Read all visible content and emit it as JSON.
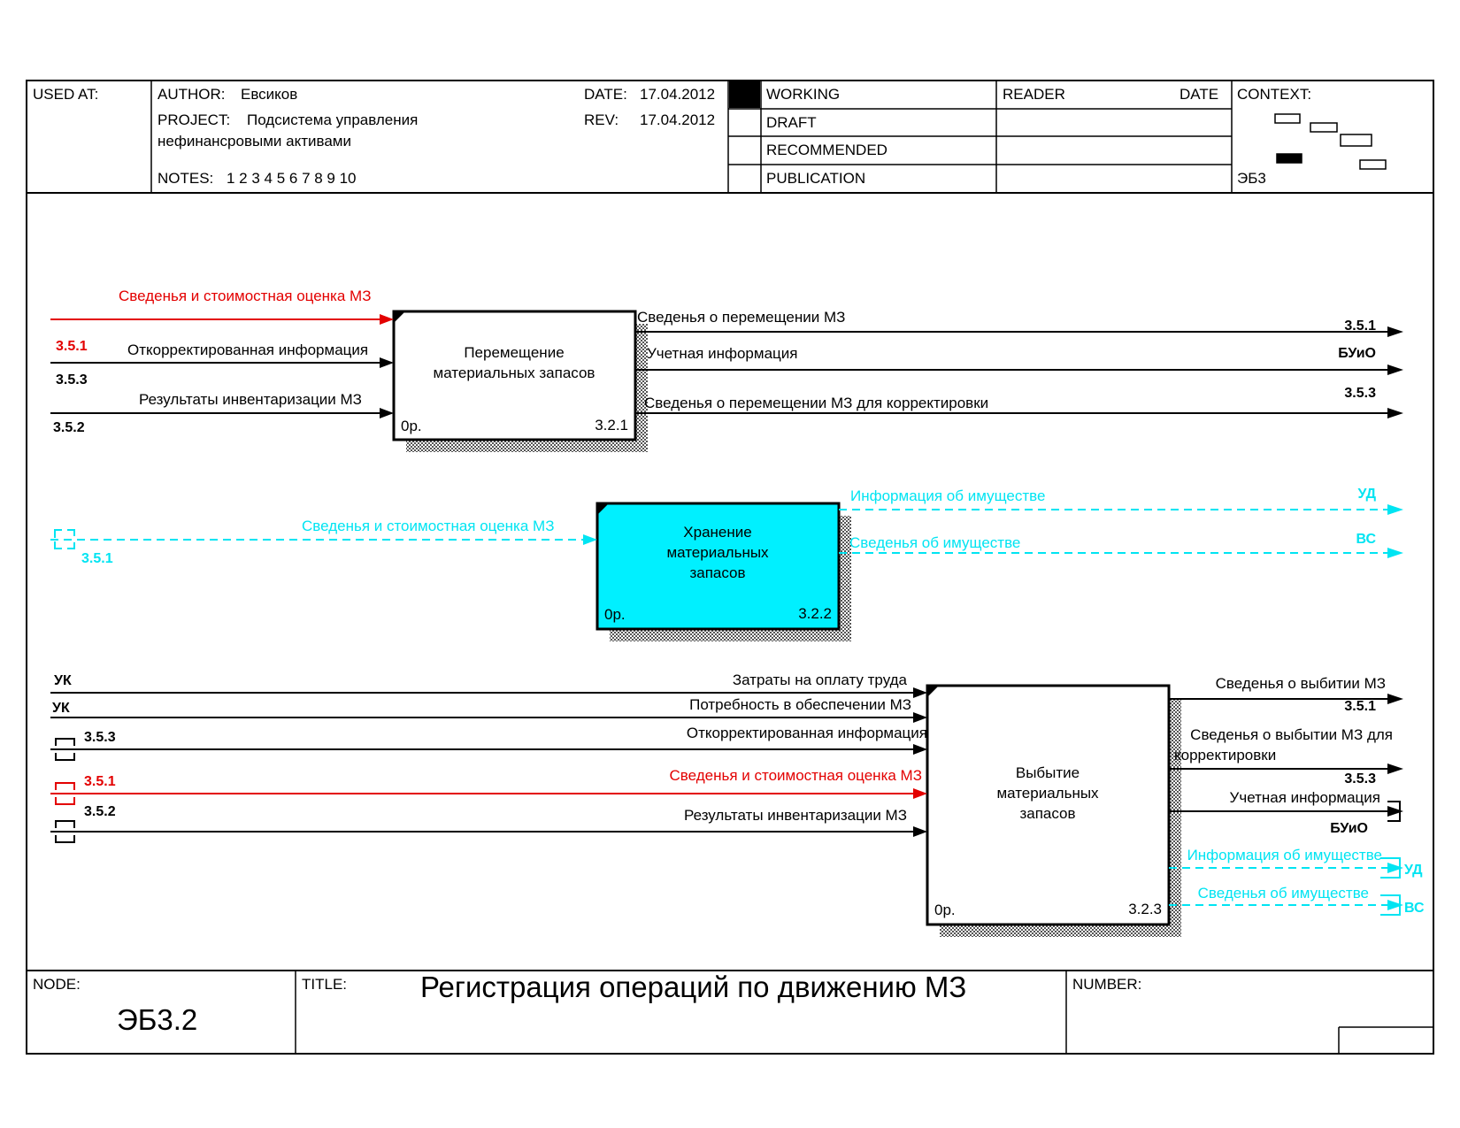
{
  "header": {
    "used_at": "USED AT:",
    "author_label": "AUTHOR:",
    "author_value": "Евсиков",
    "project_label": "PROJECT:",
    "project_line1": "Подсистема управления",
    "project_line2": "нефинансровыми активами",
    "notes_label": "NOTES:",
    "notes_values": "1  2  3  4  5  6  7  8  9  10",
    "date_label": "DATE:",
    "date_value": "17.04.2012",
    "rev_label": "REV:",
    "rev_value": "17.04.2012",
    "status": [
      "WORKING",
      "DRAFT",
      "RECOMMENDED",
      "PUBLICATION"
    ],
    "reader_label": "READER",
    "reader_date_label": "DATE",
    "context_label": "CONTEXT:",
    "context_node": "ЭБ3"
  },
  "boxes": [
    {
      "name_lines": [
        "Перемещение",
        "материальных запасов"
      ],
      "cost": "0р.",
      "number": "3.2.1"
    },
    {
      "name_lines": [
        "Хранение",
        "материальных",
        "запасов"
      ],
      "cost": "0р.",
      "number": "3.2.2"
    },
    {
      "name_lines": [
        "Выбытие",
        "материальных",
        "запасов"
      ],
      "cost": "0р.",
      "number": "3.2.3"
    }
  ],
  "arrows": {
    "b1_inputs": [
      "Сведенья и стоимостная оценка МЗ",
      "Откорректированная информация",
      "Результаты инвентаризации МЗ"
    ],
    "b1_input_tunnels": [
      "3.5.1",
      "3.5.3",
      "3.5.2"
    ],
    "b1_outputs": [
      "Сведенья о перемещении МЗ",
      "Учетная информация",
      "Сведенья о перемещении МЗ для корректировки"
    ],
    "b1_output_tunnels": [
      "3.5.1",
      "БУиО",
      "3.5.3"
    ],
    "b2_input": "Сведенья и стоимостная оценка МЗ",
    "b2_input_tunnel": "3.5.1",
    "b2_outputs": [
      "Информация об имуществе",
      "Сведенья об имуществе"
    ],
    "b2_output_tunnels": [
      "УД",
      "ВС"
    ],
    "b3_inputs": [
      "Затраты на оплату труда",
      "Потребность в обеспечении МЗ",
      "Откорректированная информация",
      "Сведенья и стоимостная оценка МЗ",
      "Результаты инвентаризации МЗ"
    ],
    "b3_input_tunnels": [
      "УК",
      "УК",
      "3.5.3",
      "3.5.1",
      "3.5.2"
    ],
    "b3_outputs": [
      "Сведенья о выбитии МЗ",
      "Сведенья о выбытии МЗ для",
      "корректировки",
      "Учетная информация",
      "Информация об имуществе",
      "Сведенья об имуществе"
    ],
    "b3_output_tunnels": [
      "3.5.1",
      "3.5.3",
      "БУиО",
      "УД",
      "ВС"
    ]
  },
  "footer": {
    "node_label": "NODE:",
    "node_value": "ЭБ3.2",
    "title_label": "TITLE:",
    "title_value": "Регистрация операций  по движению МЗ",
    "number_label": "NUMBER:"
  },
  "colors": {
    "red": "#e30000",
    "cyan": "#00e4f2",
    "box_fill_selected": "#00f0ff"
  }
}
